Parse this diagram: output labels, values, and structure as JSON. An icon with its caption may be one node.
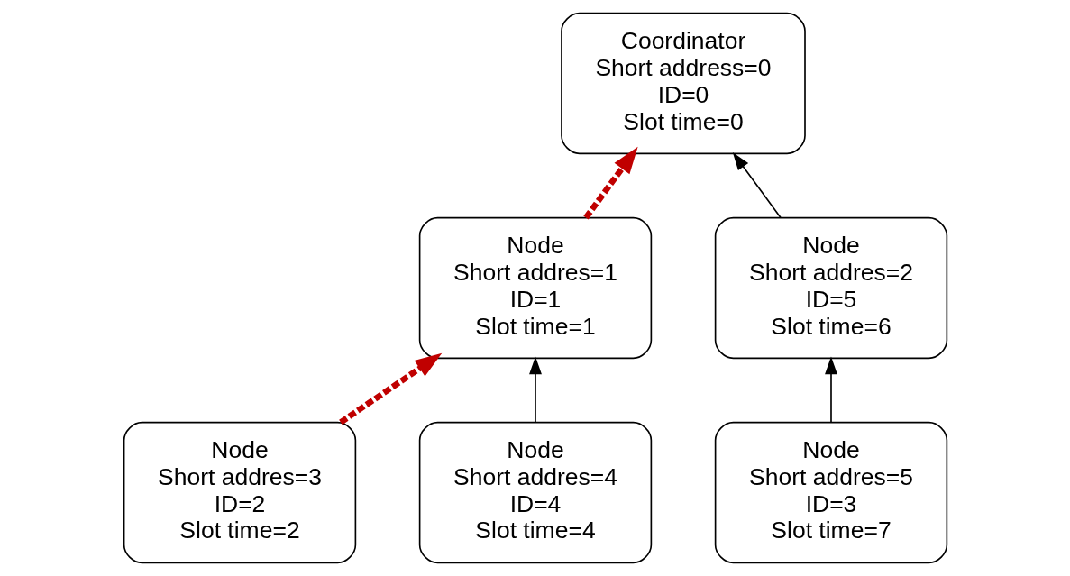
{
  "diagram": {
    "nodes": [
      {
        "text": [
          "Coordinator",
          "Short address=0",
          "ID=0",
          "Slot time=0"
        ]
      },
      {
        "text": [
          "Node",
          "Short addres=1",
          "ID=1",
          "Slot time=1"
        ]
      },
      {
        "text": [
          "Node",
          "Short addres=2",
          "ID=5",
          "Slot time=6"
        ]
      },
      {
        "text": [
          "Node",
          "Short addres=3",
          "ID=2",
          "Slot time=2"
        ]
      },
      {
        "text": [
          "Node",
          "Short addres=4",
          "ID=4",
          "Slot time=4"
        ]
      },
      {
        "text": [
          "Node",
          "Short addres=5",
          "ID=3",
          "Slot time=7"
        ]
      }
    ],
    "edges": [
      {
        "from": 1,
        "to": 0,
        "arrow": "to",
        "style": "dashed",
        "color": "#c00000"
      },
      {
        "from": 2,
        "to": 0,
        "arrow": "to"
      },
      {
        "from": 3,
        "to": 1,
        "arrow": "to",
        "style": "dashed",
        "color": "#c00000"
      },
      {
        "from": 4,
        "to": 1,
        "arrow": "to"
      },
      {
        "from": 5,
        "to": 2,
        "arrow": "to"
      }
    ]
  }
}
